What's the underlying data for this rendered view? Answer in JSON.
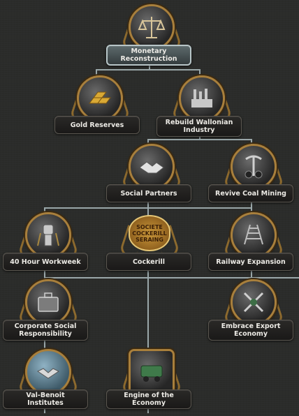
{
  "focus_tree": {
    "nodes": [
      {
        "id": "monetary",
        "label": "Monetary\nReconstruction",
        "icon": "scales-icon",
        "active": true
      },
      {
        "id": "gold",
        "label": "Gold Reserves",
        "icon": "gold-bars-icon"
      },
      {
        "id": "wallonian",
        "label": "Rebuild Wallonian\nIndustry",
        "icon": "factory-icon"
      },
      {
        "id": "partners",
        "label": "Social Partners",
        "icon": "handshake-icon"
      },
      {
        "id": "coal",
        "label": "Revive Coal Mining",
        "icon": "pickaxe-icon"
      },
      {
        "id": "workweek",
        "label": "40 Hour Workweek",
        "icon": "raised-fist-icon"
      },
      {
        "id": "cockerill",
        "label": "Cockerill",
        "icon": "cockerill-badge-icon",
        "badge_text": "SOCIETE\nCOCKERILL\nSERAING"
      },
      {
        "id": "railway",
        "label": "Railway Expansion",
        "icon": "railway-icon"
      },
      {
        "id": "csr",
        "label": "Corporate Social\nResponsibility",
        "icon": "briefcase-icon"
      },
      {
        "id": "export",
        "label": "Embrace Export\nEconomy",
        "icon": "crossed-tools-icon"
      },
      {
        "id": "valbenoit",
        "label": "Val-Benoit Institutes",
        "icon": "institute-icon"
      },
      {
        "id": "engine",
        "label": "Engine of the Economy",
        "icon": "locomotive-icon"
      }
    ],
    "colors": {
      "connector": "#9aa7a9",
      "medal_rim": "#a87f3c",
      "label_text": "#eceae5"
    }
  }
}
